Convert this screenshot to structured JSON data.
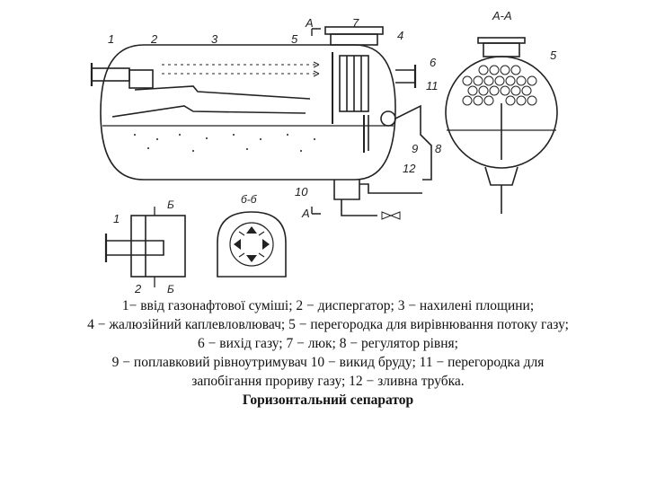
{
  "labels": {
    "n1": "1",
    "n2": "2",
    "n3": "3",
    "n4": "4",
    "n5": "5",
    "n6": "6",
    "n7": "7",
    "n8": "8",
    "n9": "9",
    "n10": "10",
    "n11": "11",
    "n12": "12",
    "sec_a_top": "A",
    "sec_a_bottom": "A",
    "sec_aa": "А-А",
    "sec_b_view": "б-б",
    "sec_b_top": "Б",
    "sec_b_bottom": "Б",
    "side_n1": "1",
    "side_n2": "2",
    "side_n5": "5"
  },
  "caption": {
    "line1": "1− ввід газонафтової суміші; 2 − диспергатор; 3 − нахилені площини;",
    "line2": "4 − жалюзійний каплевловлювач; 5 − перегородка для вирівнювання потоку газу; 6 − вихід газу; 7 − люк; 8 − регулятор рівня;",
    "line3": "9 − поплавковий рівноутримувач 10 − викид бруду; 11 − перегородка для запобігання прориву газу; 12 − зливна трубка.",
    "title": "Горизонтальний сепаратор"
  }
}
